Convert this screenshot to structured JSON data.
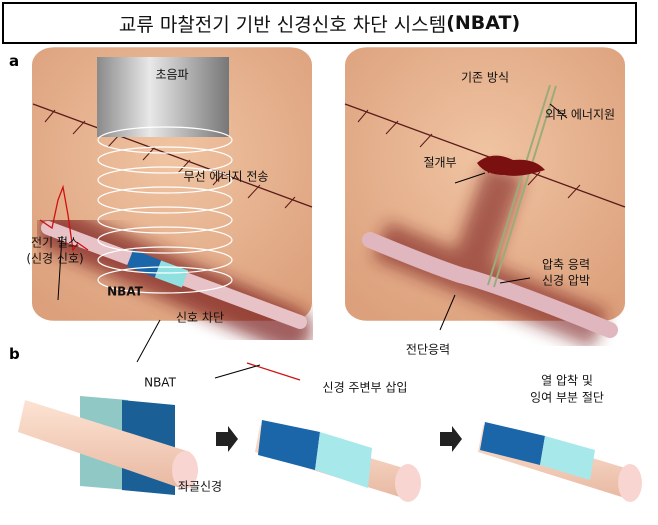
{
  "title": {
    "main": "교류 마찰전기 기반 신경신호 차단 시스템 ",
    "acronym": "(NBAT)"
  },
  "panel_a": {
    "letter": "a",
    "left": {
      "ultrasound": "초음파",
      "wireless": "무선 에너지 전송",
      "pulse_1": "전기 펄스",
      "pulse_2": "(신경 신호)",
      "nbat": "NBAT",
      "block": "신호 차단"
    },
    "right": {
      "conventional": "기존 방식",
      "external": "외부 에너지원",
      "incision": "절개부",
      "compress_1": "압축 응력",
      "compress_2": "신경 압박",
      "shear": "전단응력"
    }
  },
  "panel_b": {
    "letter": "b",
    "nbat": "NBAT",
    "sciatic": "좌골신경",
    "step2": "신경 주변부 삽입",
    "step3_1": "열 압착 및",
    "step3_2": "잉여 부분 절단"
  },
  "colors": {
    "skin": "#e8b592",
    "wound": "#7a1a1a",
    "nerve": "#e7c3c8",
    "nbat_dark": "#1a66a8",
    "nbat_light": "#8fe0e0",
    "signal": "#d01010"
  }
}
